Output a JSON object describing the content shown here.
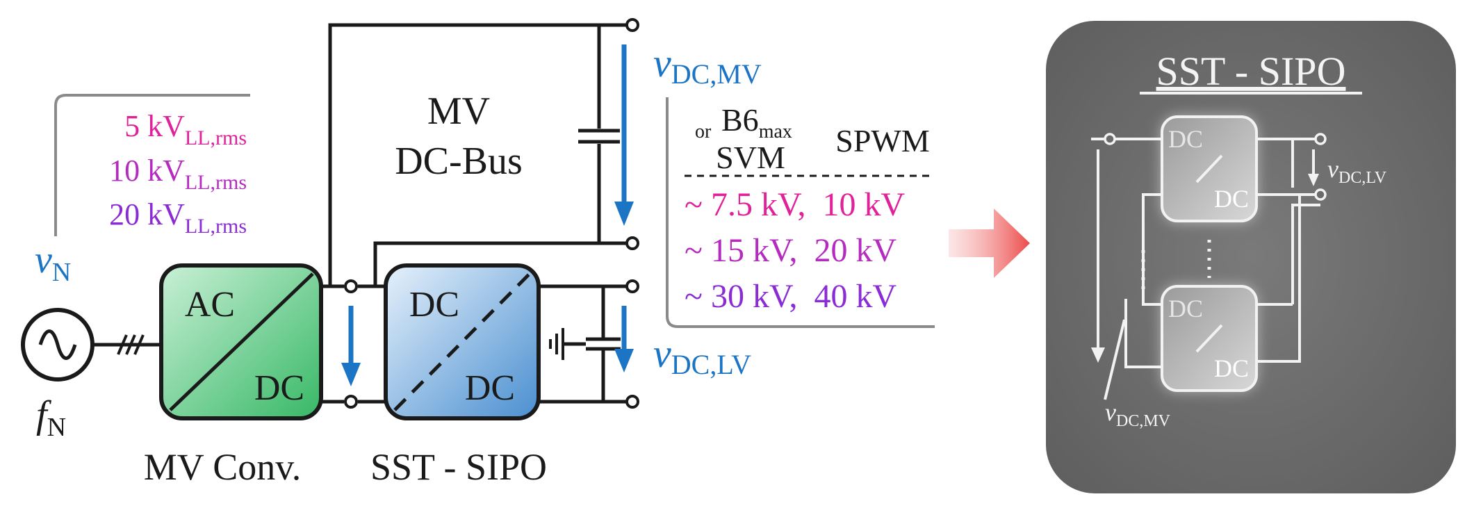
{
  "colors": {
    "voltage_blue": "#1c74c4",
    "magenta": "#e0219a",
    "purple": "#8a2bd6",
    "ac_dc_green": "#3cbf6e",
    "dc_dc_blue": "#4c92d2",
    "panel_gray": "#6b6b6b"
  },
  "grid": {
    "vN": {
      "main": "v",
      "sub": "N"
    },
    "fN": {
      "main": "f",
      "sub": "N"
    },
    "voltages": [
      {
        "main": "5 kV",
        "sub": "LL,rms"
      },
      {
        "main": "10 kV",
        "sub": "LL,rms"
      },
      {
        "main": "20 kV",
        "sub": "LL,rms"
      }
    ]
  },
  "mv_converter": {
    "label": "MV Conv.",
    "top_text": "AC",
    "bottom_text": "DC"
  },
  "dc_bus": {
    "line1": "MV",
    "line2": "DC-Bus"
  },
  "voltage_labels": {
    "dc_mv": {
      "main": "v",
      "sub": "DC,MV"
    },
    "dc_lv": {
      "main": "v",
      "sub": "DC,LV"
    }
  },
  "sst": {
    "label": "SST - SIPO",
    "top_text": "DC",
    "bottom_text": "DC"
  },
  "modulation_table": {
    "or_text": "or",
    "b6": {
      "main": "B6",
      "sub": "max"
    },
    "svm": "SVM",
    "spwm": "SPWM",
    "rows": [
      "~ 7.5 kV,  10 kV",
      "~ 15 kV,  20 kV",
      "~ 30 kV,  40 kV"
    ]
  },
  "zoom_panel": {
    "title": "SST - SIPO",
    "module_top_text": "DC",
    "module_bottom_text": "DC",
    "dc_lv": {
      "main": "v",
      "sub": "DC,LV"
    },
    "dc_mv": {
      "main": "v",
      "sub": "DC,MV"
    }
  }
}
